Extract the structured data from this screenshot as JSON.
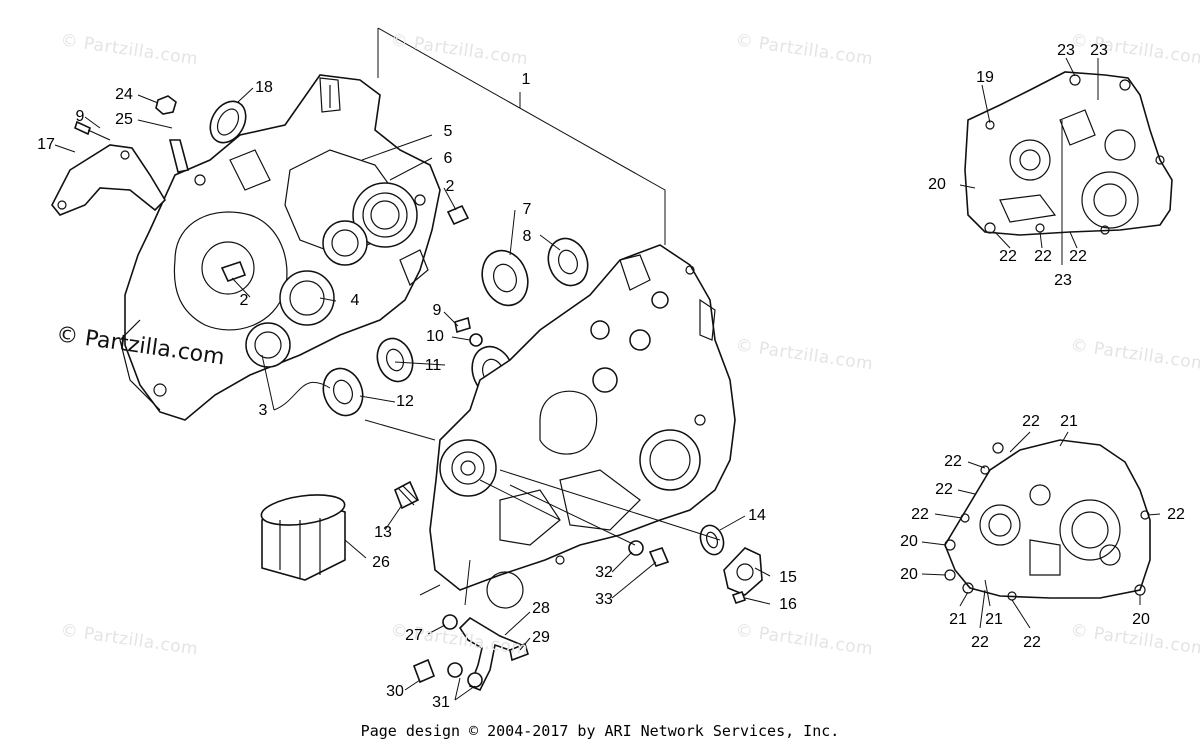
{
  "watermark": "© Partzilla.com",
  "footer_text": "Page design © 2004-2017 by ARI Network Services, Inc.",
  "callouts": {
    "c1": "1",
    "c2a": "2",
    "c2b": "2",
    "c3": "3",
    "c4": "4",
    "c5": "5",
    "c6": "6",
    "c7": "7",
    "c8": "8",
    "c9a": "9",
    "c9b": "9",
    "c10": "10",
    "c11": "11",
    "c12": "12",
    "c13": "13",
    "c14": "14",
    "c15": "15",
    "c16": "16",
    "c17": "17",
    "c18": "18",
    "c24": "24",
    "c25": "25",
    "c26": "26",
    "c27": "27",
    "c28": "28",
    "c29": "29",
    "c30": "30",
    "c31": "31",
    "c32": "32",
    "c33": "33",
    "r19": "19",
    "r20a": "20",
    "r22a": "22",
    "r22b": "22",
    "r22c": "22",
    "r23a": "23",
    "r23b": "23",
    "r23c": "23",
    "s22a": "22",
    "s21a": "21",
    "s22b": "22",
    "s22c": "22",
    "s22d": "22",
    "s22e": "22",
    "s20a": "20",
    "s20b": "20",
    "s20c": "20",
    "s21b": "21",
    "s21c": "21",
    "s22f": "22",
    "s22g": "22"
  }
}
